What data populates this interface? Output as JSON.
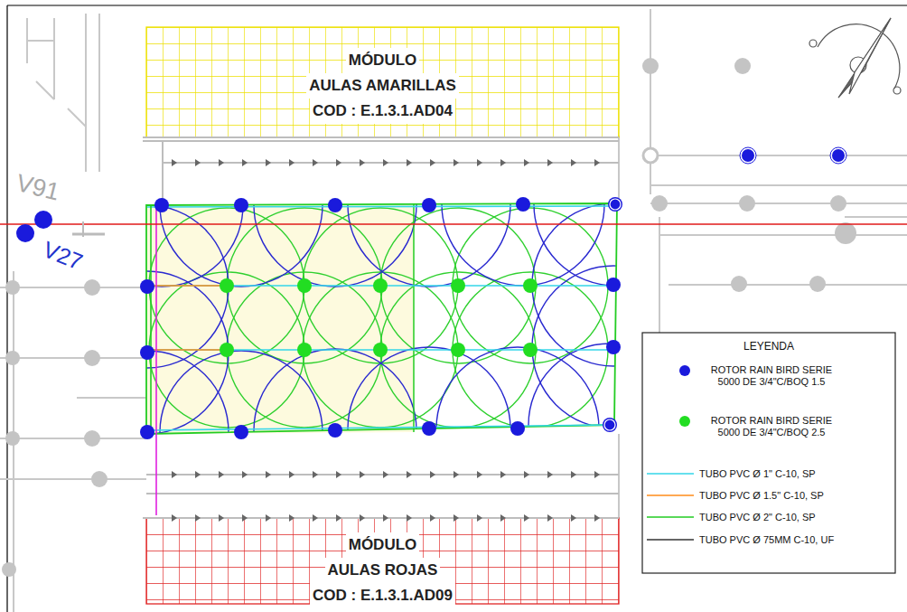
{
  "diagram": {
    "nodes": [
      {
        "text": [
          "MÓDULO",
          "AULAS AMARILLAS",
          "COD : E.1.3.1.AD04"
        ]
      },
      {
        "text": [
          "MÓDULO",
          "AULAS ROJAS",
          "COD : E.1.3.1.AD09"
        ]
      }
    ],
    "labels": [
      "V91",
      "V27",
      "LEYENDA"
    ],
    "legend": [
      {
        "text": "ROTOR RAIN BIRD SERIE 5000 DE 3/4\"C/BOQ 1.5",
        "color": "#1a1adc"
      },
      {
        "text": "ROTOR RAIN BIRD SERIE 5000 DE 3/4\"C/BOQ 2.5",
        "color": "#22dd22"
      },
      {
        "text": "TUBO PVC Ø 1\" C-10, SP"
      },
      {
        "text": "TUBO PVC Ø 1.5\" C-10, SP"
      },
      {
        "text": "TUBO PVC Ø 2\" C-10, SP"
      },
      {
        "text": "TUBO PVC Ø 75MM C-10, UF"
      }
    ]
  }
}
